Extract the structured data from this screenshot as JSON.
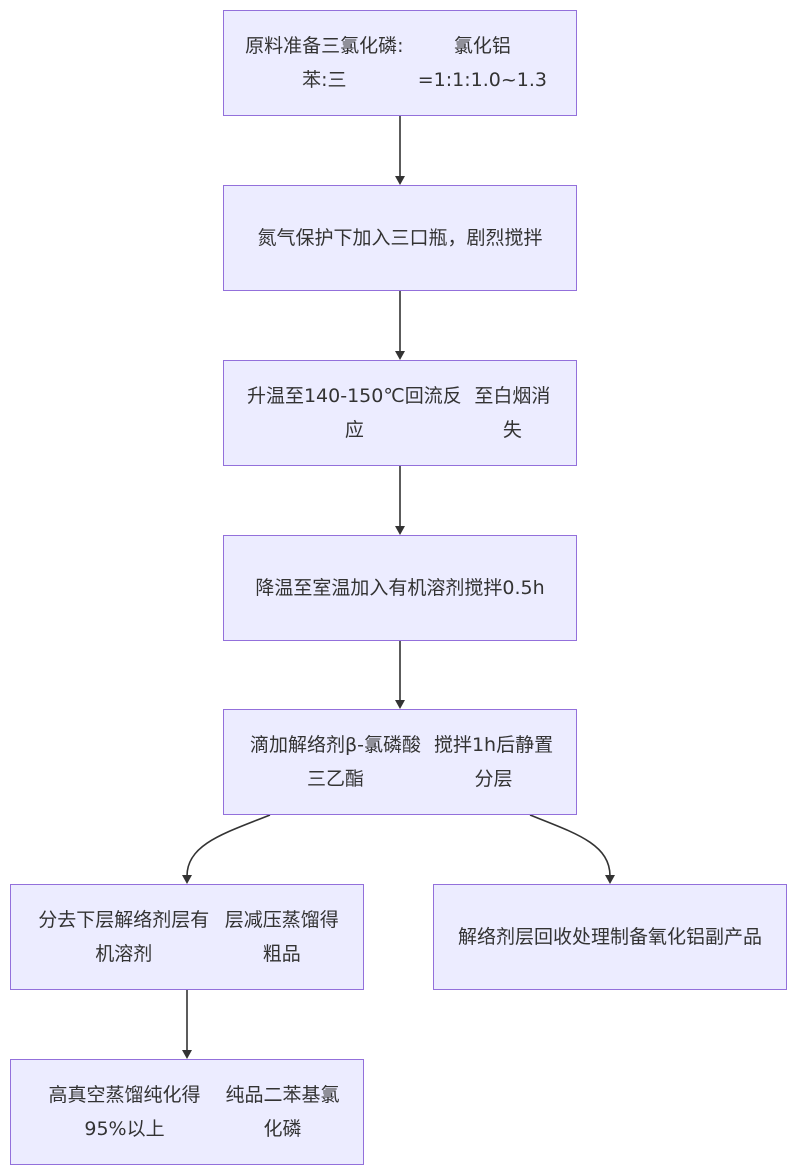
{
  "diagram": {
    "nodes": [
      {
        "id": "n1",
        "text": "原料准备三氯化磷:苯:三氯化铝=1:1:1.0~1.3"
      },
      {
        "id": "n2",
        "text": "氮气保护下加入三口瓶，剧烈搅拌"
      },
      {
        "id": "n3",
        "text": "升温至140-150℃回流反应至白烟消失"
      },
      {
        "id": "n4",
        "text": "降温至室温加入有机溶剂搅拌0.5h"
      },
      {
        "id": "n5",
        "text": "滴加解络剂β-氯磷酸三乙酯搅拌1h后静置分层"
      },
      {
        "id": "n6",
        "text": "分去下层解络剂层有机溶剂层减压蒸馏得粗品"
      },
      {
        "id": "n7",
        "text": "解络剂层回收处理制备氧化铝副产品"
      },
      {
        "id": "n8",
        "text": "高真空蒸馏纯化得95%以上纯品二苯基氯化磷"
      }
    ],
    "edges": [
      {
        "from": "n1",
        "to": "n2"
      },
      {
        "from": "n2",
        "to": "n3"
      },
      {
        "from": "n3",
        "to": "n4"
      },
      {
        "from": "n4",
        "to": "n5"
      },
      {
        "from": "n5",
        "to": "n6"
      },
      {
        "from": "n5",
        "to": "n7"
      },
      {
        "from": "n6",
        "to": "n8"
      }
    ]
  }
}
